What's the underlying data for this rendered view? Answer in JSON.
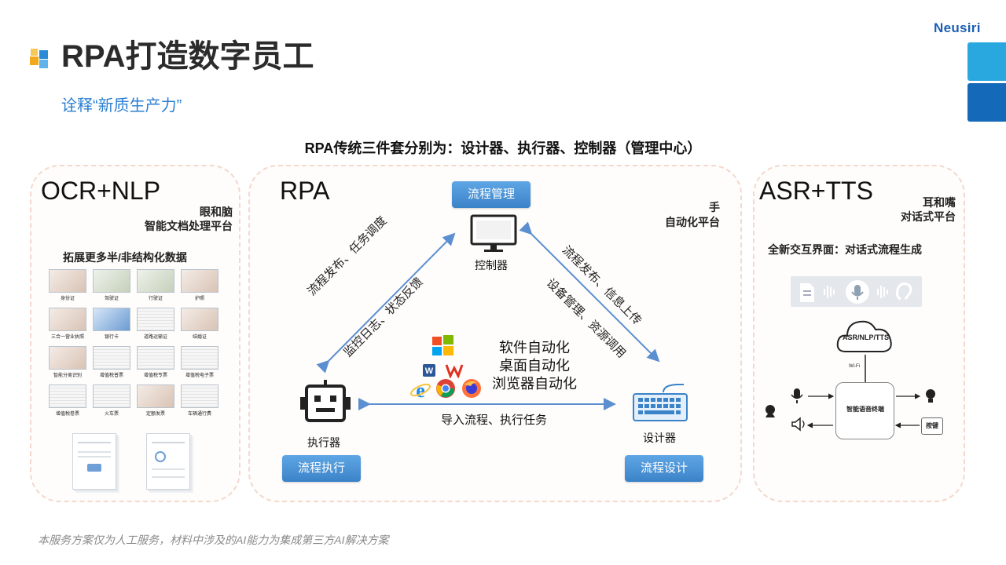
{
  "brand": "Neusiri",
  "title": "RPA打造数字员工",
  "subtitle": "诠释“新质生产力”",
  "headline": "RPA传统三件套分别为：设计器、执行器、控制器（管理中心）",
  "left_panel": {
    "heading": "OCR+NLP",
    "tag_line1": "眼和脑",
    "tag_line2": "智能文档处理平台",
    "section_title": "拓展更多半/非结构化数据",
    "documents": [
      {
        "label": "身份证",
        "tone": "red"
      },
      {
        "label": "驾驶证",
        "tone": "green"
      },
      {
        "label": "行驶证",
        "tone": "green"
      },
      {
        "label": "护照",
        "tone": "red"
      },
      {
        "label": "三合一营业执照",
        "tone": "red"
      },
      {
        "label": "银行卡",
        "tone": "blue"
      },
      {
        "label": "道路运输证",
        "tone": "paper"
      },
      {
        "label": "结婚证",
        "tone": "red"
      },
      {
        "label": "智能分类识别",
        "tone": "red"
      },
      {
        "label": "增值税普票",
        "tone": "paper"
      },
      {
        "label": "增值税专票",
        "tone": "paper"
      },
      {
        "label": "增值税电子票",
        "tone": "paper"
      },
      {
        "label": "增值税卷票",
        "tone": "paper"
      },
      {
        "label": "火车票",
        "tone": "paper"
      },
      {
        "label": "定额发票",
        "tone": "red"
      },
      {
        "label": "车辆通行费",
        "tone": "paper"
      }
    ]
  },
  "middle_panel": {
    "heading": "RPA",
    "hand_label": "手",
    "hand_sub": "自动化平台",
    "btn_manage": "流程管理",
    "controller_label": "控制器",
    "executor_label": "执行器",
    "designer_label": "设计器",
    "btn_execute": "流程执行",
    "btn_design": "流程设计",
    "left_arrow_text1": "流程发布、任务调度",
    "left_arrow_text2": "监控日志、状态反馈",
    "right_arrow_text1": "流程发布、信息上传",
    "right_arrow_text2": "设备管理、资源调用",
    "bottom_arrow_text": "导入流程、执行任务",
    "automation_lines": [
      "软件自动化",
      "桌面自动化",
      "浏览器自动化"
    ]
  },
  "right_panel": {
    "heading": "ASR+TTS",
    "tag_line1": "耳和嘴",
    "tag_line2": "对话式平台",
    "section_title": "全新交互界面：对话式流程生成",
    "cloud_label": "ASR/NLP/TTS",
    "wifi_label": "Wi-Fi",
    "device_label": "智能语音终端",
    "key_label": "按键"
  },
  "footnote": "本服务方案仅为人工服务，材料中涉及的AI能力为集成第三方AI解决方案",
  "colors": {
    "accent_blue": "#2a7fd0",
    "button_blue": "#4a90d4",
    "arrow_blue": "#5b8fd0",
    "panel_border": "#f3d8cc",
    "tab_light": "#29a8e0",
    "tab_dark": "#1469b8"
  },
  "icons": {
    "title_icon": "cubes-icon",
    "controller": "monitor-icon",
    "executor": "robot-icon",
    "designer": "keyboard-icon"
  }
}
